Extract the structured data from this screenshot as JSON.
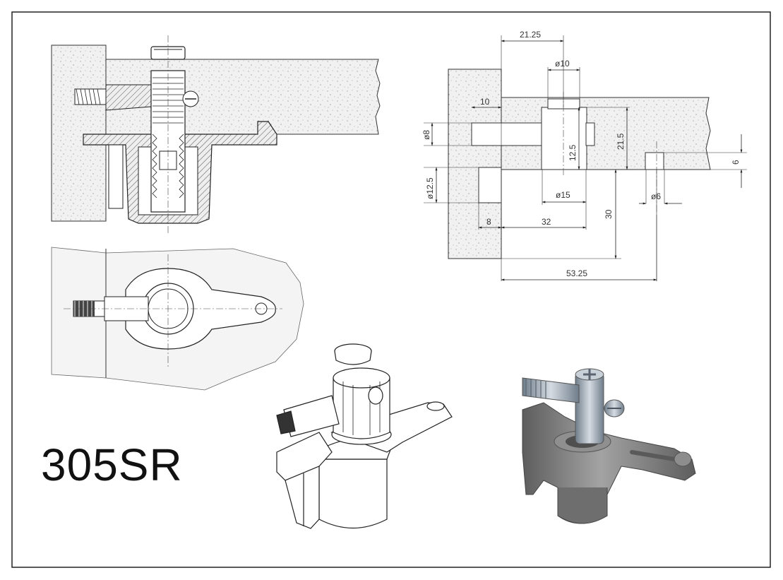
{
  "product": {
    "code": "305SR"
  },
  "dimensions": {
    "d1": "21.25",
    "d2": "ø10",
    "d3": "10",
    "d4": "ø8",
    "d5": "12.5",
    "d6": "21.5",
    "d7": "6",
    "d8": "ø12.5",
    "d9": "ø15",
    "d10": "ø6",
    "d11": "30",
    "d12": "8",
    "d13": "32",
    "d14": "53.25"
  },
  "colors": {
    "line": "#222222",
    "hatch": "#555555",
    "housing": "#7f7f7f",
    "metal": "#9aa6b2"
  }
}
